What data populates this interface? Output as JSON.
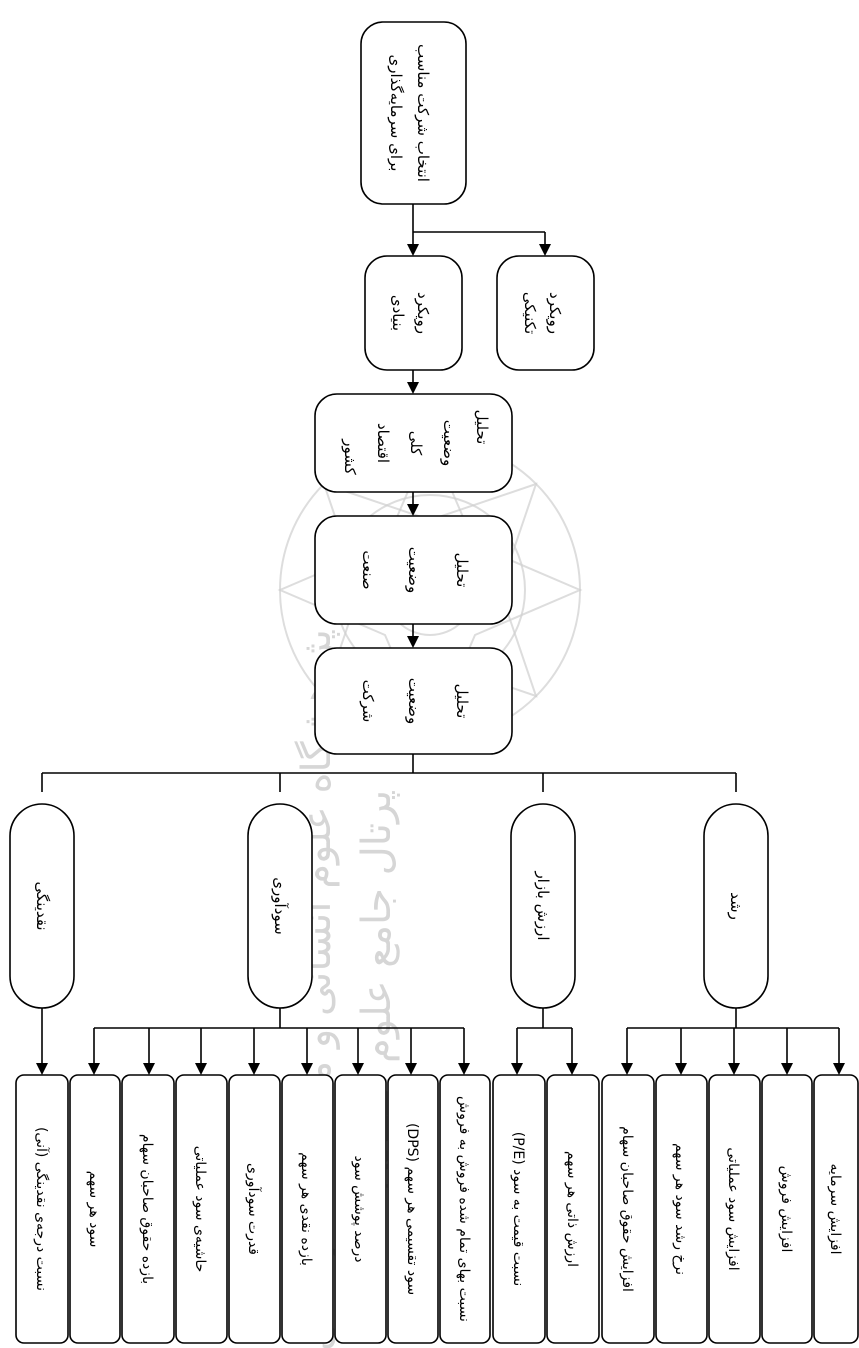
{
  "root": {
    "lines": [
      "انتخاب شرکت مناسب",
      "برای سرمایه‌گذاری"
    ]
  },
  "approach_fundamental": {
    "lines": [
      "رویکرد",
      "بنیادی"
    ]
  },
  "approach_technical": {
    "lines": [
      "رویکرد",
      "تکنیکی"
    ]
  },
  "analysis_economy": {
    "lines": [
      "تحلیل",
      "وضعیت",
      "کلی",
      "اقتصاد",
      "کشور"
    ]
  },
  "analysis_industry": {
    "lines": [
      "تحلیل",
      "وضعیت",
      "صنعت"
    ]
  },
  "analysis_company": {
    "lines": [
      "تحلیل",
      "وضعیت",
      "شرکت"
    ]
  },
  "categories": {
    "liquidity": "نقدینگی",
    "profitability": "سودآوری",
    "market_value": "ارزش بازار",
    "growth": "رشد"
  },
  "leaves": {
    "liquidity": [
      "نسبت درجه‌ی نقدینگی (آنی)"
    ],
    "profitability": [
      "سود هر سهم",
      "بازده حقوق صاحبان سهام",
      "حاشیه‌ی سود عملیاتی",
      "قدرت سودآوری",
      "بازده نقدی هر سهم",
      "درصد پوشش سود",
      "سود تقسیمی هر سهم (DPS)",
      "نسبت بهای تمام شده فروش به فروش"
    ],
    "market_value": [
      "نسبت قیمت به سود (P/E)",
      "ارزش ذاتی هر سهم"
    ],
    "growth": [
      "افزایش حقوق صاحبان سهام",
      "نرخ رشد سود هر سهم",
      "افزایش سود عملیاتی",
      "افزایش فروش",
      "افزایش سرمایه"
    ]
  },
  "watermark_text": [
    "پژوهشگاه علوم انسانی و مطالعات فرهنگی",
    "پرتال جامع علوم انسانی"
  ]
}
